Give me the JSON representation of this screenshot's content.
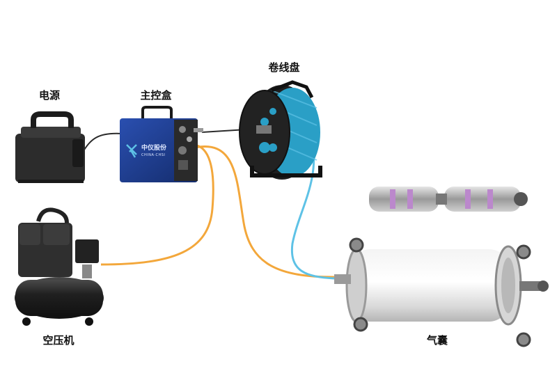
{
  "labels": {
    "power": "电源",
    "control_box": "主控盒",
    "reel": "卷线盘",
    "compressor": "空压机",
    "airbag": "气囊"
  },
  "logo": {
    "text": "中仪股份",
    "subtext": "CHINA·CHSI"
  },
  "colors": {
    "hose": "#f3a73b",
    "reel_cable": "#5ec2e6",
    "reel_drum": "#2a9fc6",
    "control_box": "#1c3a8a",
    "cable": "#2b2b2b",
    "equipment_dark": "#2c2c2c"
  }
}
